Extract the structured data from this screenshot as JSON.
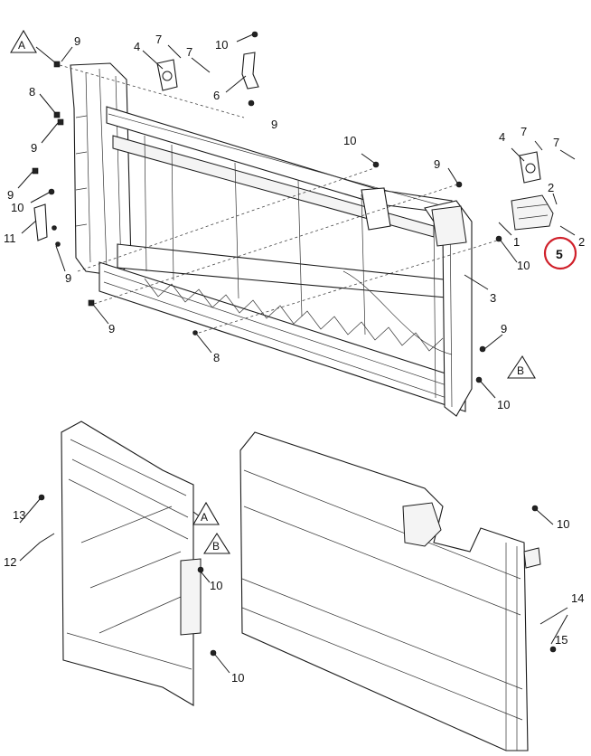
{
  "diagram": {
    "callouts": [
      {
        "id": "c9a",
        "text": "9"
      },
      {
        "id": "c4a",
        "text": "4"
      },
      {
        "id": "c7a",
        "text": "7"
      },
      {
        "id": "c7b",
        "text": "7"
      },
      {
        "id": "c10a",
        "text": "10"
      },
      {
        "id": "c6",
        "text": "6"
      },
      {
        "id": "c8a",
        "text": "8"
      },
      {
        "id": "c9b",
        "text": "9"
      },
      {
        "id": "c9c",
        "text": "9"
      },
      {
        "id": "c10b",
        "text": "10"
      },
      {
        "id": "c9d",
        "text": "9"
      },
      {
        "id": "c10c",
        "text": "10"
      },
      {
        "id": "c11",
        "text": "11"
      },
      {
        "id": "c9e",
        "text": "9"
      },
      {
        "id": "c9f",
        "text": "9"
      },
      {
        "id": "c8b",
        "text": "8"
      },
      {
        "id": "c4b",
        "text": "4"
      },
      {
        "id": "c7c",
        "text": "7"
      },
      {
        "id": "c7d",
        "text": "7"
      },
      {
        "id": "c9g",
        "text": "9"
      },
      {
        "id": "c2a",
        "text": "2"
      },
      {
        "id": "c1",
        "text": "1"
      },
      {
        "id": "c2b",
        "text": "2"
      },
      {
        "id": "c10d",
        "text": "10"
      },
      {
        "id": "c3",
        "text": "3"
      },
      {
        "id": "c9h",
        "text": "9"
      },
      {
        "id": "c10e",
        "text": "10"
      },
      {
        "id": "c13",
        "text": "13"
      },
      {
        "id": "c12",
        "text": "12"
      },
      {
        "id": "c10f",
        "text": "10"
      },
      {
        "id": "c10g",
        "text": "10"
      },
      {
        "id": "c10h",
        "text": "10"
      },
      {
        "id": "c14",
        "text": "14"
      },
      {
        "id": "c15",
        "text": "15"
      }
    ],
    "ref_markers": [
      {
        "id": "refA1",
        "text": "A"
      },
      {
        "id": "refB1",
        "text": "B"
      },
      {
        "id": "refA2",
        "text": "A"
      },
      {
        "id": "refB2",
        "text": "B"
      }
    ],
    "highlighted": {
      "text": "5",
      "color": "#d0202a"
    }
  }
}
